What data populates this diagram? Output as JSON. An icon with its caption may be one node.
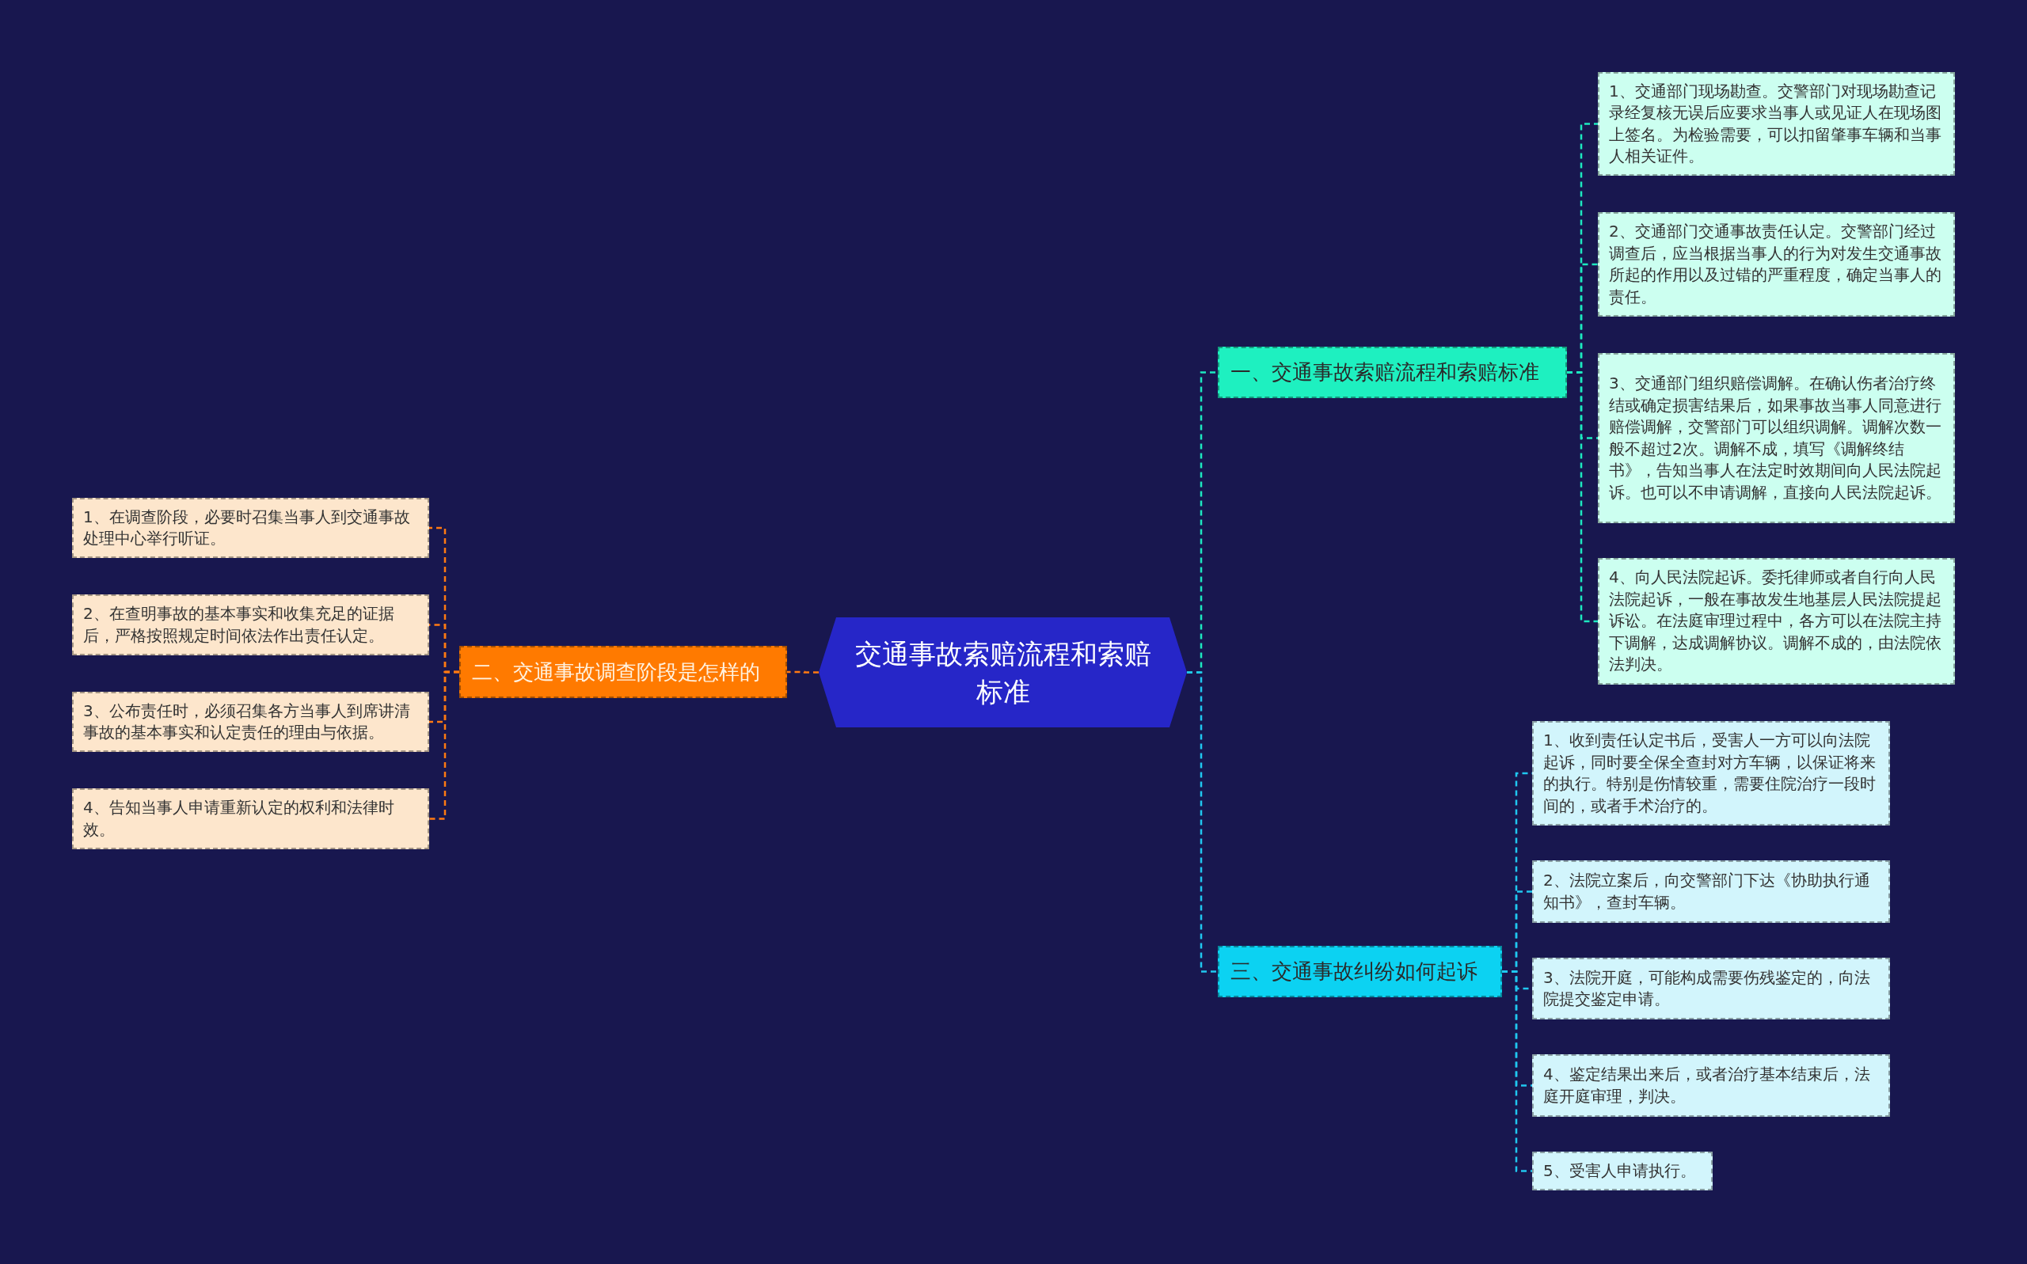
{
  "diagram": {
    "nodes": [
      {
        "text": [
          "交通事故索赔流程和索赔标准"
        ]
      },
      {
        "text": [
          "一、交通事故索赔流程和索赔标准"
        ]
      },
      {
        "text": [
          "1、交通部门现场勘查。交警部门对现场勘查记录经复核无误后应要求当事人或见证人在现场图上签名。为检验需要，可以扣留肇事车辆和当事人相关证件。"
        ]
      },
      {
        "text": [
          "2、交通部门交通事故责任认定。交警部门经过调查后，应当根据当事人的行为对发生交通事故所起的作用以及过错的严重程度，确定当事人的责任。"
        ]
      },
      {
        "text": [
          "3、交通部门组织赔偿调解。在确认伤者治疗终结或确定损害结果后，如果事故当事人同意进行赔偿调解，交警部门可以组织调解。调解次数一般不超过2次。调解不成，填写《调解终结书》，告知当事人在法定时效期间向人民法院起诉。也可以不申请调解，直接向人民法院起诉。"
        ]
      },
      {
        "text": [
          "4、向人民法院起诉。委托律师或者自行向人民法院起诉，一般在事故发生地基层人民法院提起诉讼。在法庭审理过程中，各方可以在法院主持下调解，达成调解协议。调解不成的，由法院依法判决。"
        ]
      },
      {
        "text": [
          "二、交通事故调查阶段是怎样的"
        ]
      },
      {
        "text": [
          "1、在调查阶段，必要时召集当事人到交通事故处理中心举行听证。"
        ]
      },
      {
        "text": [
          "2、在查明事故的基本事实和收集充足的证据后，严格按照规定时间依法作出责任认定。"
        ]
      },
      {
        "text": [
          "3、公布责任时，必须召集各方当事人到席讲清事故的基本事实和认定责任的理由与依据。"
        ]
      },
      {
        "text": [
          "4、告知当事人申请重新认定的权利和法律时效。"
        ]
      },
      {
        "text": [
          "三、交通事故纠纷如何起诉"
        ]
      },
      {
        "text": [
          "1、收到责任认定书后，受害人一方可以向法院起诉，同时要全保全查封对方车辆，以保证将来的执行。特别是伤情较重，需要住院治疗一段时间的，或者手术治疗的。"
        ]
      },
      {
        "text": [
          "2、法院立案后，向交警部门下达《协助执行通知书》，查封车辆。"
        ]
      },
      {
        "text": [
          "3、法院开庭，可能构成需要伤残鉴定的，向法院提交鉴定申请。"
        ]
      },
      {
        "text": [
          "4、鉴定结果出来后，或者治疗基本结束后，法庭开庭审理，判决。"
        ]
      },
      {
        "text": [
          "5、受害人申请执行。"
        ]
      }
    ],
    "edges": [
      {
        "from": 0,
        "to": 1,
        "arrow": "none",
        "color": "#1de9c0"
      },
      {
        "from": 1,
        "to": 2,
        "arrow": "none",
        "color": "#1de9c0"
      },
      {
        "from": 1,
        "to": 3,
        "arrow": "none",
        "color": "#1de9c0"
      },
      {
        "from": 1,
        "to": 4,
        "arrow": "none",
        "color": "#1de9c0"
      },
      {
        "from": 1,
        "to": 5,
        "arrow": "none",
        "color": "#1de9c0"
      },
      {
        "from": 0,
        "to": 6,
        "arrow": "none",
        "color": "#ff7a12"
      },
      {
        "from": 6,
        "to": 7,
        "arrow": "none",
        "color": "#ff7a12"
      },
      {
        "from": 6,
        "to": 8,
        "arrow": "none",
        "color": "#ff7a12"
      },
      {
        "from": 6,
        "to": 9,
        "arrow": "none",
        "color": "#ff7a12"
      },
      {
        "from": 6,
        "to": 10,
        "arrow": "none",
        "color": "#ff7a12"
      },
      {
        "from": 0,
        "to": 11,
        "arrow": "none",
        "color": "#20c8f0"
      },
      {
        "from": 11,
        "to": 12,
        "arrow": "none",
        "color": "#20c8f0"
      },
      {
        "from": 11,
        "to": 13,
        "arrow": "none",
        "color": "#20c8f0"
      },
      {
        "from": 11,
        "to": 14,
        "arrow": "none",
        "color": "#20c8f0"
      },
      {
        "from": 11,
        "to": 15,
        "arrow": "none",
        "color": "#20c8f0"
      },
      {
        "from": 11,
        "to": 16,
        "arrow": "none",
        "color": "#20c8f0"
      }
    ]
  }
}
